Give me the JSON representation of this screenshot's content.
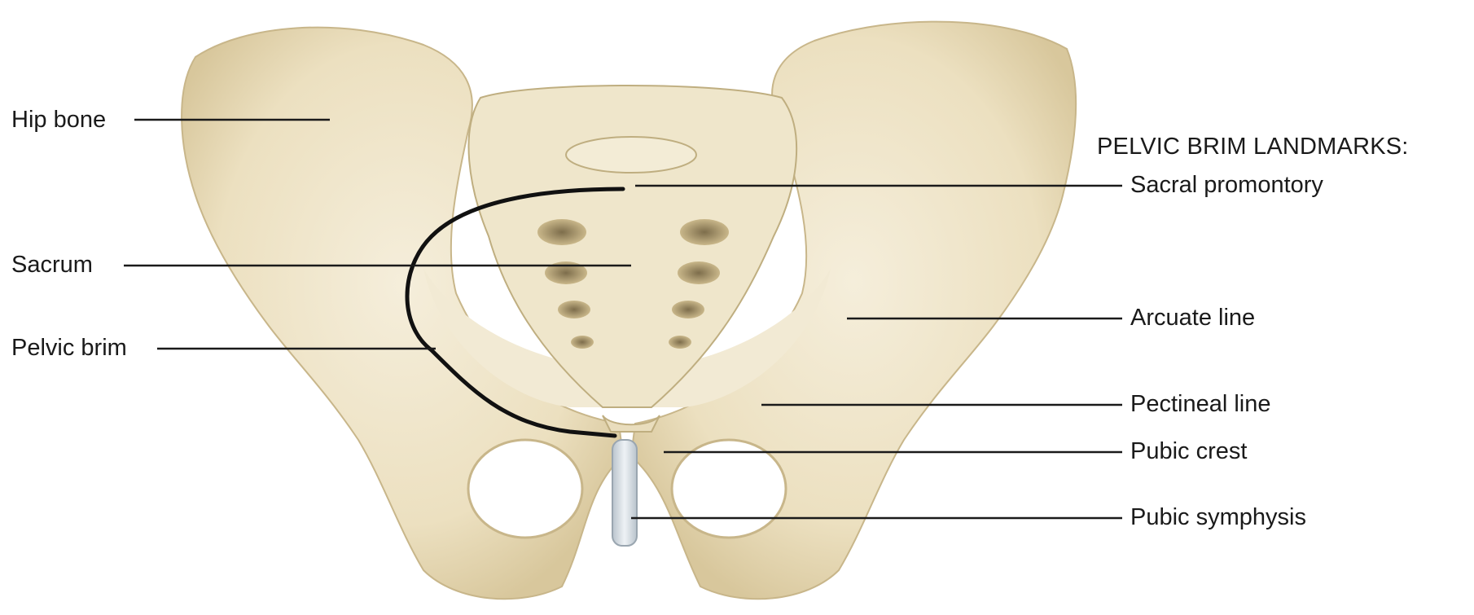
{
  "labels": {
    "hip_bone": "Hip bone",
    "sacrum": "Sacrum",
    "pelvic_brim": "Pelvic brim",
    "landmarks_heading": "PELVIC BRIM LANDMARKS:",
    "sacral_promontory": "Sacral promontory",
    "arcuate_line": "Arcuate line",
    "pectineal_line": "Pectineal line",
    "pubic_crest": "Pubic crest",
    "pubic_symphysis": "Pubic symphysis"
  },
  "colors": {
    "bone": "#ede2c3",
    "bone_shadow": "#d9caa0",
    "bone_dark": "#b9a77a",
    "cartilage": "#dfe6ec",
    "brim_line": "#111111",
    "leader_line": "#1a1a1a"
  }
}
